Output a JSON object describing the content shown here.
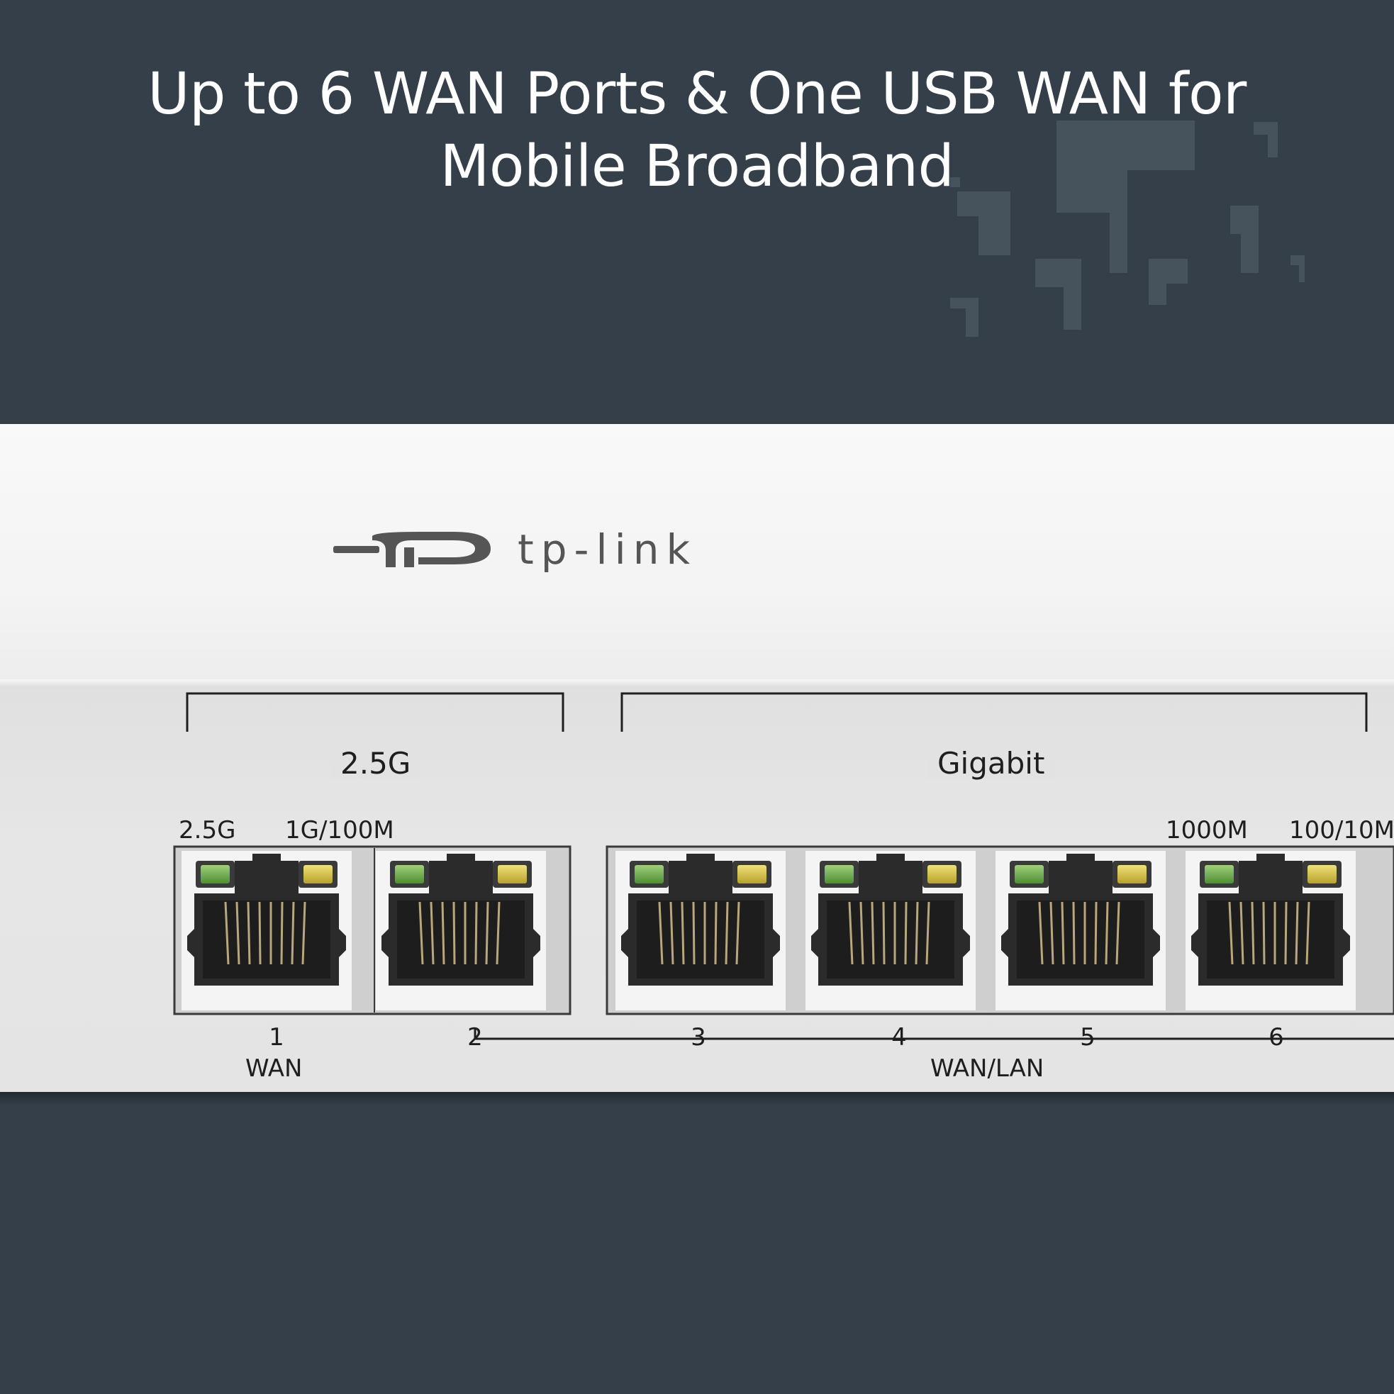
{
  "headline": {
    "line1": "Up to 6 WAN Ports & One USB WAN for",
    "line2": "Mobile Broadband"
  },
  "brand": {
    "name": "tp-link",
    "logo": "tp-link-logo"
  },
  "groups": {
    "left": "2.5G",
    "right": "Gigabit"
  },
  "led_labels": {
    "left_a": "2.5G",
    "left_b": "1G/100M",
    "right_a": "1000M",
    "right_b": "100/10M"
  },
  "ports": [
    {
      "number": "1"
    },
    {
      "number": "2"
    },
    {
      "number": "3"
    },
    {
      "number": "4"
    },
    {
      "number": "5"
    },
    {
      "number": "6"
    }
  ],
  "port_roles": {
    "wan": "WAN",
    "wan_lan": "WAN/LAN"
  },
  "colors": {
    "background": "#343f49",
    "led_green": "#6fb04a",
    "led_yellow": "#d9c63a"
  }
}
